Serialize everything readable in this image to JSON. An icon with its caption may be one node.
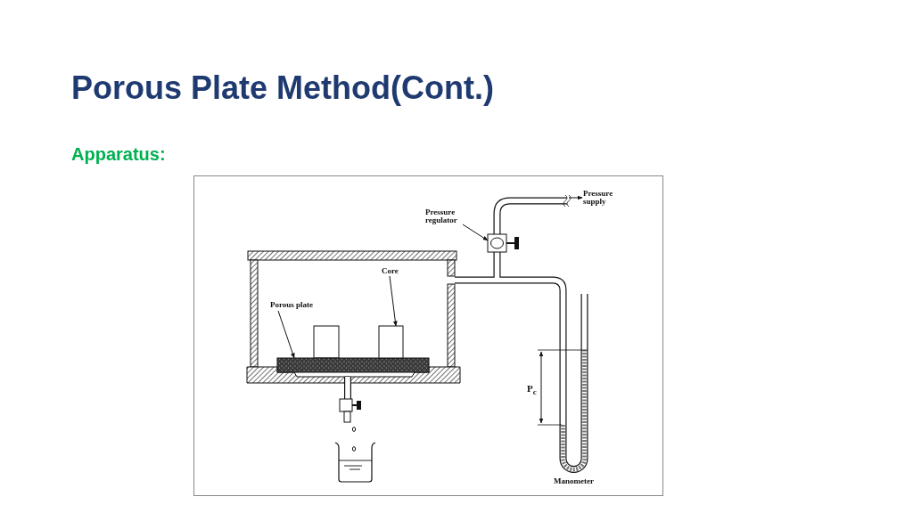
{
  "diagram": {
    "title": "Porous Plate Method(Cont.)",
    "nodes": [
      {
        "text": [
          "Porous plate"
        ]
      },
      {
        "text": [],
        "shape": "bar"
      },
      {
        "text": [
          "Core"
        ]
      },
      {
        "text": [],
        "shape": "box"
      },
      {
        "text": [
          "Pressure regulator"
        ]
      },
      {
        "text": [],
        "shape": "box"
      },
      {
        "text": [
          "Pressure supply"
        ]
      }
    ],
    "edges": [
      {
        "from": 0,
        "to": 1,
        "arrow": "to"
      },
      {
        "from": 2,
        "to": 3,
        "arrow": "to"
      },
      {
        "from": 4,
        "to": 5,
        "arrow": "to"
      },
      {
        "from": null,
        "to": 6,
        "arrow": "to"
      }
    ],
    "labels": [
      "Apparatus:",
      "P$_{c}$",
      "Manometer"
    ]
  }
}
